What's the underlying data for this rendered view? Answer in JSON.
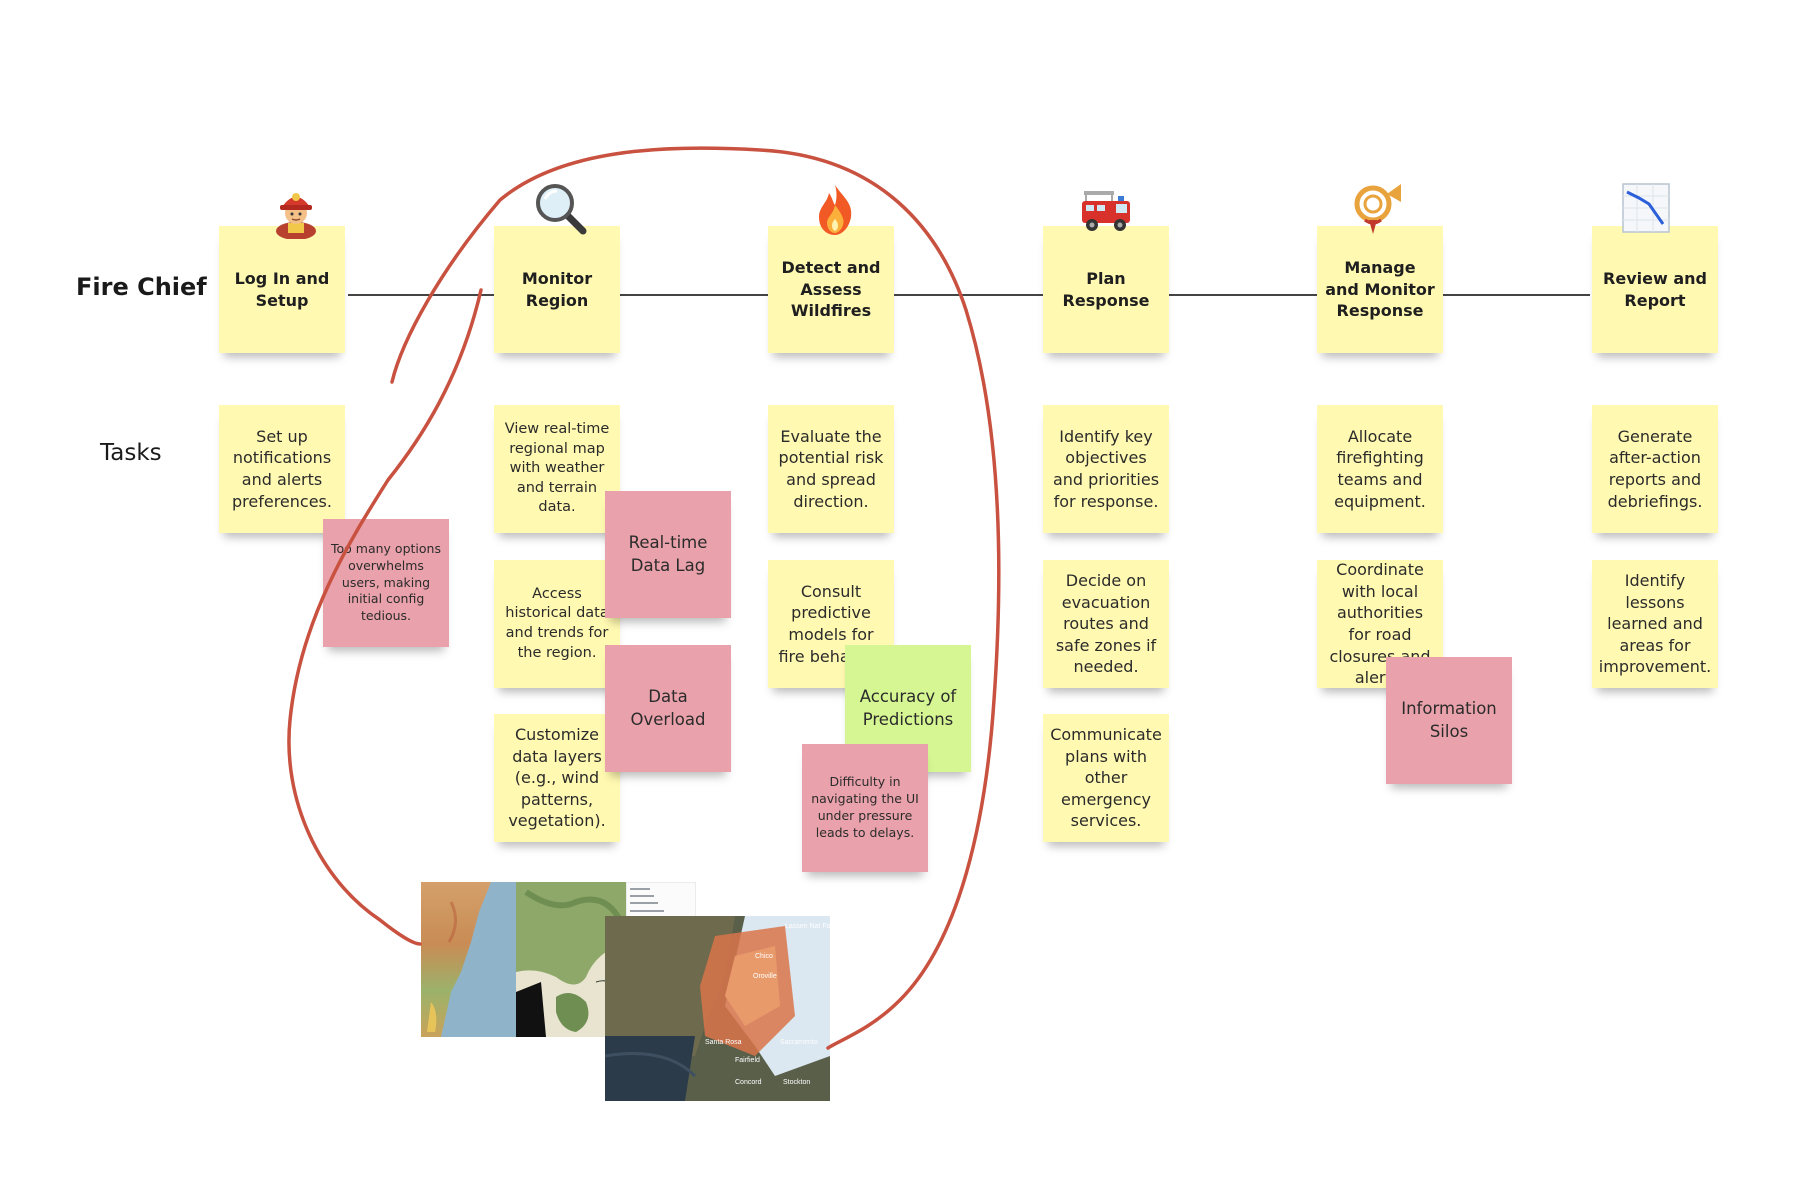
{
  "actor_label": "Fire Chief",
  "tasks_label": "Tasks",
  "stages": [
    {
      "label": "Log In and Setup",
      "icon": "firefighter-icon"
    },
    {
      "label": "Monitor Region",
      "icon": "magnifying-glass-icon"
    },
    {
      "label": "Detect and Assess Wildfires",
      "icon": "fire-icon"
    },
    {
      "label": "Plan Response",
      "icon": "fire-engine-icon"
    },
    {
      "label": "Manage and Monitor Response",
      "icon": "postal-horn-icon"
    },
    {
      "label": "Review and Report",
      "icon": "chart-decreasing-icon"
    }
  ],
  "tasks": [
    [
      "Set up notifications and alerts preferences."
    ],
    [
      "View real-time regional map with weather and terrain data.",
      "Access historical data and trends for the region.",
      "Customize data layers (e.g., wind patterns, vegetation)."
    ],
    [
      "Evaluate the potential risk and spread direction.",
      "Consult predictive models for fire behavior."
    ],
    [
      "Identify key objectives and priorities for response.",
      "Decide on evacuation routes and safe zones if needed.",
      "Communicate plans with other emergency services."
    ],
    [
      "Allocate firefighting teams and equipment.",
      "Coordinate with local authorities for road closures and alerts."
    ],
    [
      "Generate after-action reports and debriefings.",
      "Identify lessons learned and areas for improvement."
    ]
  ],
  "pain_points": [
    {
      "text": "Too many options overwhelms users, making initial config tedious.",
      "color": "red"
    },
    {
      "text": "Real-time Data Lag",
      "color": "red"
    },
    {
      "text": "Data Overload",
      "color": "red"
    },
    {
      "text": "Accuracy of Predictions",
      "color": "green"
    },
    {
      "text": "Difficulty in navigating the UI under pressure  leads to delays.",
      "color": "red"
    },
    {
      "text": "Information Silos",
      "color": "red"
    }
  ],
  "screenshots": {
    "map_labels": [
      "Chico",
      "Oroville",
      "Santa Rosa",
      "Fairfield",
      "Sacramento",
      "Concord",
      "Stockton",
      "Lassen Nat Forest"
    ]
  },
  "colors": {
    "sticky_yellow": "#fff9b1",
    "sticky_red": "#e9a2ab",
    "sticky_green": "#d5f692",
    "lasso_stroke": "#c8513f",
    "connector_line": "#444444"
  }
}
